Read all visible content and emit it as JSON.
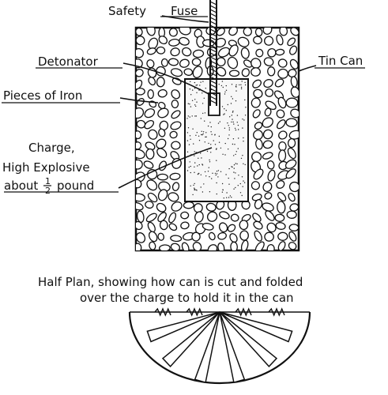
{
  "labels": {
    "safety": "Safety",
    "fuse": "Fuse",
    "detonator": "Detonator",
    "tin_can": "Tin Can",
    "pieces_of_iron": "Pieces of Iron",
    "charge_line1": "Charge,",
    "charge_line2": "High Explosive",
    "charge_line3_prefix": "about",
    "charge_fraction_num": "1",
    "charge_fraction_den": "2",
    "charge_line3_suffix": "pound",
    "half_plan_line1": "Half Plan, showing how can is cut and folded",
    "half_plan_line2": "over the charge to hold it in the can"
  },
  "colors": {
    "ink": "#111111",
    "pebble_fill": "#ffffff",
    "charge_fill": "#f7f7f7"
  }
}
